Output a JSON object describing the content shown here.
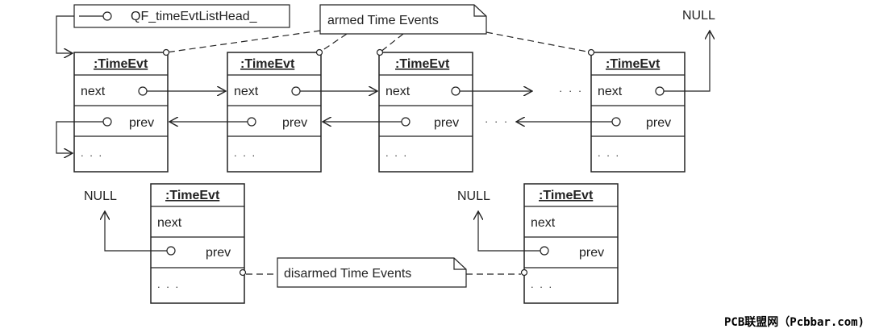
{
  "diagram": {
    "head_pointer": "QF_timeEvtListHead_",
    "armed_note": "armed Time Events",
    "disarmed_note": "disarmed Time Events",
    "null_label": "NULL",
    "object_title": ":TimeEvt",
    "field_next": "next",
    "field_prev": "prev",
    "field_more": ". . .",
    "gap_dots": "· · ·"
  },
  "watermark": "PCB联盟网（Pcbbar.com)"
}
